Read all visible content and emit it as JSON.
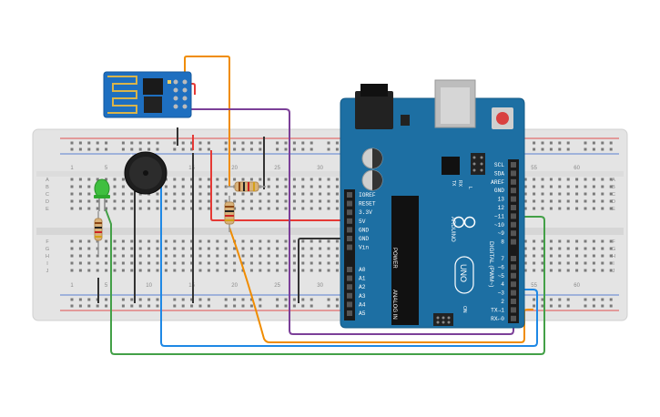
{
  "breadboard": {
    "column_numbers": [
      "1",
      "5",
      "10",
      "15",
      "20",
      "25",
      "30",
      "55",
      "60"
    ],
    "row_letters": [
      "A",
      "B",
      "C",
      "D",
      "E",
      "F",
      "G",
      "H",
      "I",
      "J"
    ]
  },
  "arduino": {
    "board_name": "UNO",
    "brand": "ARDUINO",
    "header_top_labels": [
      "SCL",
      "SDA",
      "AREF",
      "GND",
      "13",
      "12",
      "~11",
      "~10",
      "~9",
      "8",
      "7",
      "~6",
      "~5",
      "4",
      "~3",
      "2",
      "TX→1",
      "RX←0"
    ],
    "header_left_labels": [
      "IOREF",
      "RESET",
      "3.3V",
      "5V",
      "GND",
      "GND",
      "Vin",
      "A0",
      "A1",
      "A2",
      "A3",
      "A4",
      "A5"
    ],
    "section_power": "POWER",
    "section_analog": "ANALOG IN",
    "section_digital": "DIGITAL (PWM~)",
    "led_labels": [
      "TX",
      "RX",
      "L"
    ],
    "on_label": "ON"
  },
  "wire_colors": {
    "red": "#e53935",
    "orange": "#f08c00",
    "purple": "#7b3f98",
    "blue": "#1e88e5",
    "green": "#43a047",
    "black": "#333333"
  },
  "components": {
    "module": "esp8266-wifi-module",
    "buzzer": "piezo-buzzer",
    "led": "green-led"
  }
}
